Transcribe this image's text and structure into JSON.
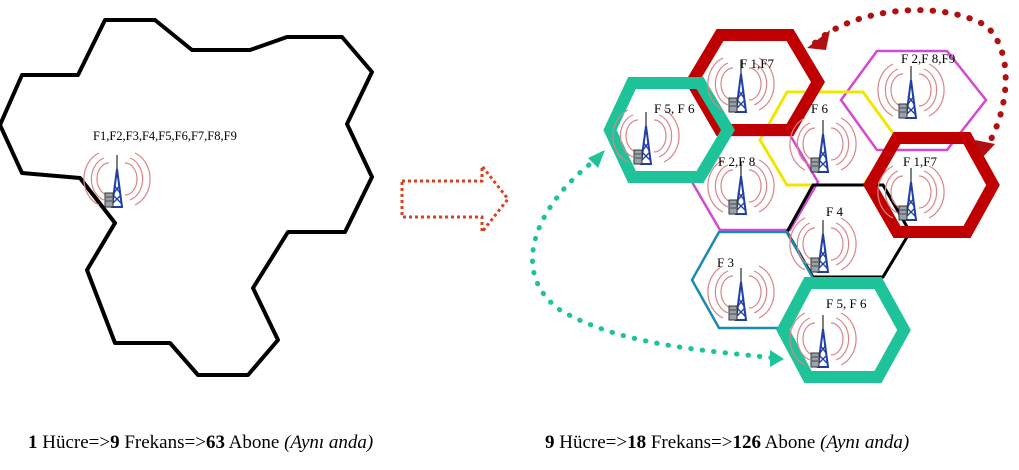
{
  "single_cell": {
    "frequencies": "F1,F2,F3,F4,F5,F6,F7,F8,F9"
  },
  "colors": {
    "outline": "#000000",
    "arrow": "#d9411e",
    "red_cell": "#c00000",
    "teal_cell": "#1ec39a",
    "magenta_cell": "#d24ad2",
    "yellow_cell": "#f2e600",
    "blue_cell": "#1a8ab4",
    "red_link": "#b01010",
    "teal_link": "#1ec39a"
  },
  "cells": [
    {
      "id": "cell-f1f7-top",
      "label": "F 1,F7",
      "color": "red"
    },
    {
      "id": "cell-f2f8f9",
      "label": "F 2,F 8,F9",
      "color": "magenta"
    },
    {
      "id": "cell-f5f6-left",
      "label": "F 5, F 6",
      "color": "teal"
    },
    {
      "id": "cell-f6",
      "label": "F 6",
      "color": "yellow"
    },
    {
      "id": "cell-f2f8",
      "label": "F 2,F 8",
      "color": "magenta"
    },
    {
      "id": "cell-f1f7-right",
      "label": "F 1,F7",
      "color": "red"
    },
    {
      "id": "cell-f4",
      "label": "F 4",
      "color": "black"
    },
    {
      "id": "cell-f3",
      "label": "F 3",
      "color": "blue"
    },
    {
      "id": "cell-f5f6-bottom",
      "label": "F 5, F 6",
      "color": "teal"
    }
  ],
  "captions": {
    "left": {
      "cells": "1",
      "cells_word": "Hücre=>",
      "freq": "9",
      "freq_word": "Frekans=>",
      "subs": "63",
      "subs_word": "Abone",
      "note": "(Aynı anda)"
    },
    "right": {
      "cells": "9",
      "cells_word": "Hücre=>",
      "freq": "18",
      "freq_word": "Frekans=>",
      "subs": "126",
      "subs_word": "Abone",
      "note": "(Aynı anda)"
    }
  }
}
